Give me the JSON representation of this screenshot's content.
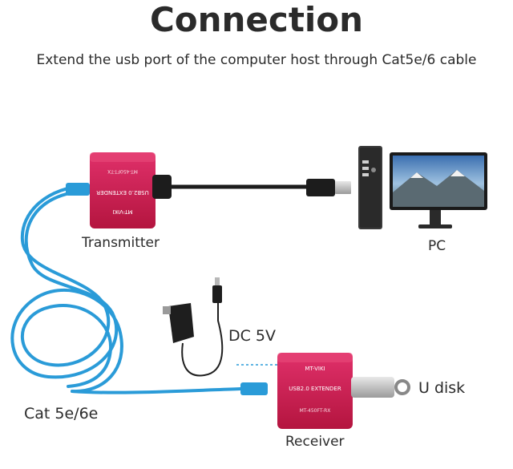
{
  "header": {
    "title": "Connection",
    "subtitle": "Extend the usb port of the computer host through Cat5e/6 cable"
  },
  "devices": {
    "transmitter": {
      "label": "Transmitter",
      "brand": "MT-VIKI",
      "product": "USB2.0 EXTENDER",
      "model": "MT-450FT-TX"
    },
    "receiver": {
      "label": "Receiver",
      "brand": "MT-VIKI",
      "product": "USB2.0 EXTENDER",
      "model": "MT-450FT-RX"
    },
    "pc": {
      "label": "PC"
    },
    "power": {
      "label": "DC 5V"
    },
    "udisk": {
      "label": "U disk"
    },
    "cable": {
      "label": "Cat 5e/6e"
    }
  },
  "colors": {
    "device_red": "#c8194f",
    "cable_blue": "#2a9bd8",
    "usb_cable": "#1c1c1c",
    "text": "#2b2b2b"
  }
}
